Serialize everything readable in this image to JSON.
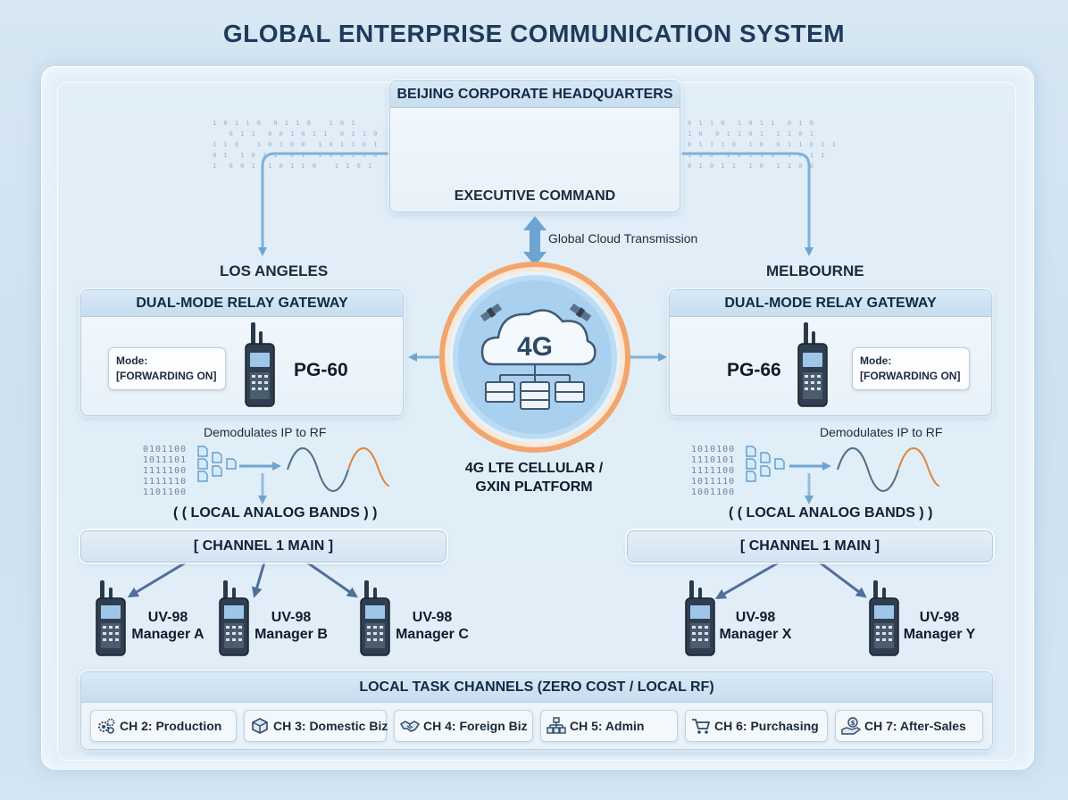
{
  "title": "GLOBAL ENTERPRISE COMMUNICATION SYSTEM",
  "hq": {
    "header": "BEIJING CORPORATE HEADQUARTERS",
    "label": "EXECUTIVE COMMAND"
  },
  "cloud_link": "Global Cloud Transmission",
  "platform": {
    "badge": "4G",
    "label_line1": "4G LTE CELLULAR /",
    "label_line2": "GXIN PLATFORM"
  },
  "left_site": {
    "city": "LOS ANGELES",
    "gateway_header": "DUAL-MODE RELAY GATEWAY",
    "mode_line1": "Mode:",
    "mode_line2": "[FORWARDING ON]",
    "model": "PG-60",
    "demod": "Demodulates IP to RF",
    "bits": [
      "0101100",
      "1011101",
      "1111100",
      "1111110",
      "1101100"
    ],
    "bands": "( ( LOCAL ANALOG BANDS ) )",
    "channel": "[ CHANNEL 1 MAIN ]",
    "radios": [
      {
        "model": "UV-98",
        "role": "Manager A"
      },
      {
        "model": "UV-98",
        "role": "Manager B"
      },
      {
        "model": "UV-98",
        "role": "Manager C"
      }
    ]
  },
  "right_site": {
    "city": "MELBOURNE",
    "gateway_header": "DUAL-MODE RELAY GATEWAY",
    "mode_line1": "Mode:",
    "mode_line2": "[FORWARDING ON]",
    "model": "PG-66",
    "demod": "Demodulates IP to RF",
    "bits": [
      "1010100",
      "1110101",
      "1111100",
      "1011110",
      "1001100"
    ],
    "bands": "( ( LOCAL ANALOG BANDS ) )",
    "channel": "[ CHANNEL 1 MAIN ]",
    "radios": [
      {
        "model": "UV-98",
        "role": "Manager X"
      },
      {
        "model": "UV-98",
        "role": "Manager Y"
      }
    ]
  },
  "tasks": {
    "header": "LOCAL TASK CHANNELS (ZERO COST / LOCAL RF)",
    "items": [
      {
        "label": "CH 2: Production",
        "icon": "gears-icon"
      },
      {
        "label": "CH 3: Domestic Biz",
        "icon": "box-icon"
      },
      {
        "label": "CH 4: Foreign Biz",
        "icon": "handshake-icon"
      },
      {
        "label": "CH 5: Admin",
        "icon": "org-chart-icon"
      },
      {
        "label": "CH 6: Purchasing",
        "icon": "cart-icon"
      },
      {
        "label": "CH 7: After-Sales",
        "icon": "service-hand-icon"
      }
    ]
  },
  "colors": {
    "arrow": "#6ea4d2",
    "wave_blue": "#4f6f88",
    "wave_orange": "#e0853f",
    "platform_ring": "#f0a26a",
    "title": "#1f3a5a"
  }
}
